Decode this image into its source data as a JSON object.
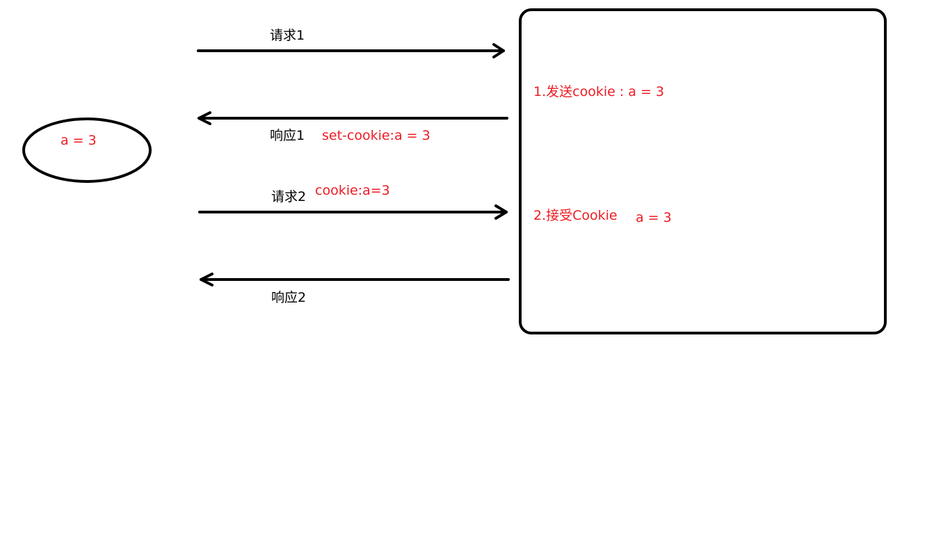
{
  "client": {
    "value": "a = 3"
  },
  "server": {
    "step1": "1.发送cookie : a = 3",
    "step2_label": "2.接受Cookie",
    "step2_value": "a = 3"
  },
  "arrows": {
    "request1": "请求1",
    "response1": "响应1",
    "response1_header": "set-cookie:a = 3",
    "request2": "请求2",
    "request2_header": "cookie:a=3",
    "response2": "响应2"
  },
  "colors": {
    "line": "#000000",
    "highlight": "#ed1c24",
    "text": "#000000"
  }
}
